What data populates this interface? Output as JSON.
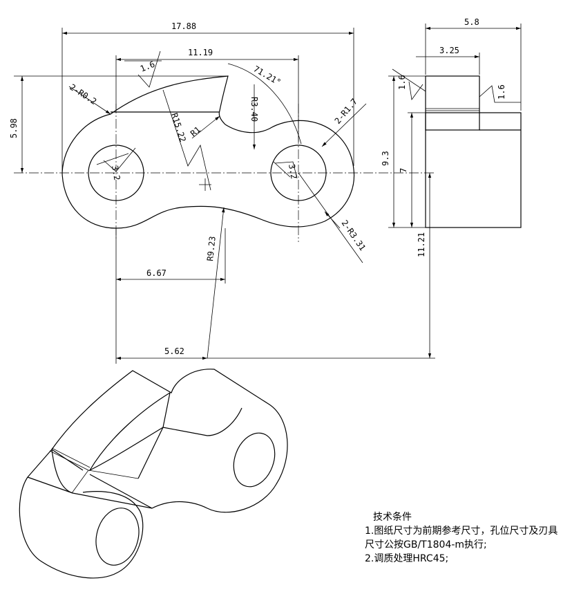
{
  "dimensions": {
    "overall_length": "17.88",
    "top_length": "11.19",
    "left_height": "5.98",
    "roughness_1": "1.6",
    "fillet_left": "2-R0.2",
    "angle": "71.21°",
    "radius_15": "R15.22",
    "radius_1": "R1",
    "radius_340": "R3.40",
    "radius_17": "2-R1.7",
    "roughness_hole": "3.2",
    "radius_331": "2-R3.31",
    "radius_923": "R9.23",
    "dist_667": "6.67",
    "dist_562": "5.62",
    "side_width": "5.8",
    "side_inner": "3.25",
    "side_total_h": "9.3",
    "side_h7": "7",
    "side_1121": "11.21"
  },
  "notes": {
    "title": "技术条件",
    "line1": "1.图纸尺寸为前期参考尺寸，孔位尺寸及刃具",
    "line2": "尺寸公按GB/T1804-m执行;",
    "line3": "2.调质处理HRC45;"
  }
}
